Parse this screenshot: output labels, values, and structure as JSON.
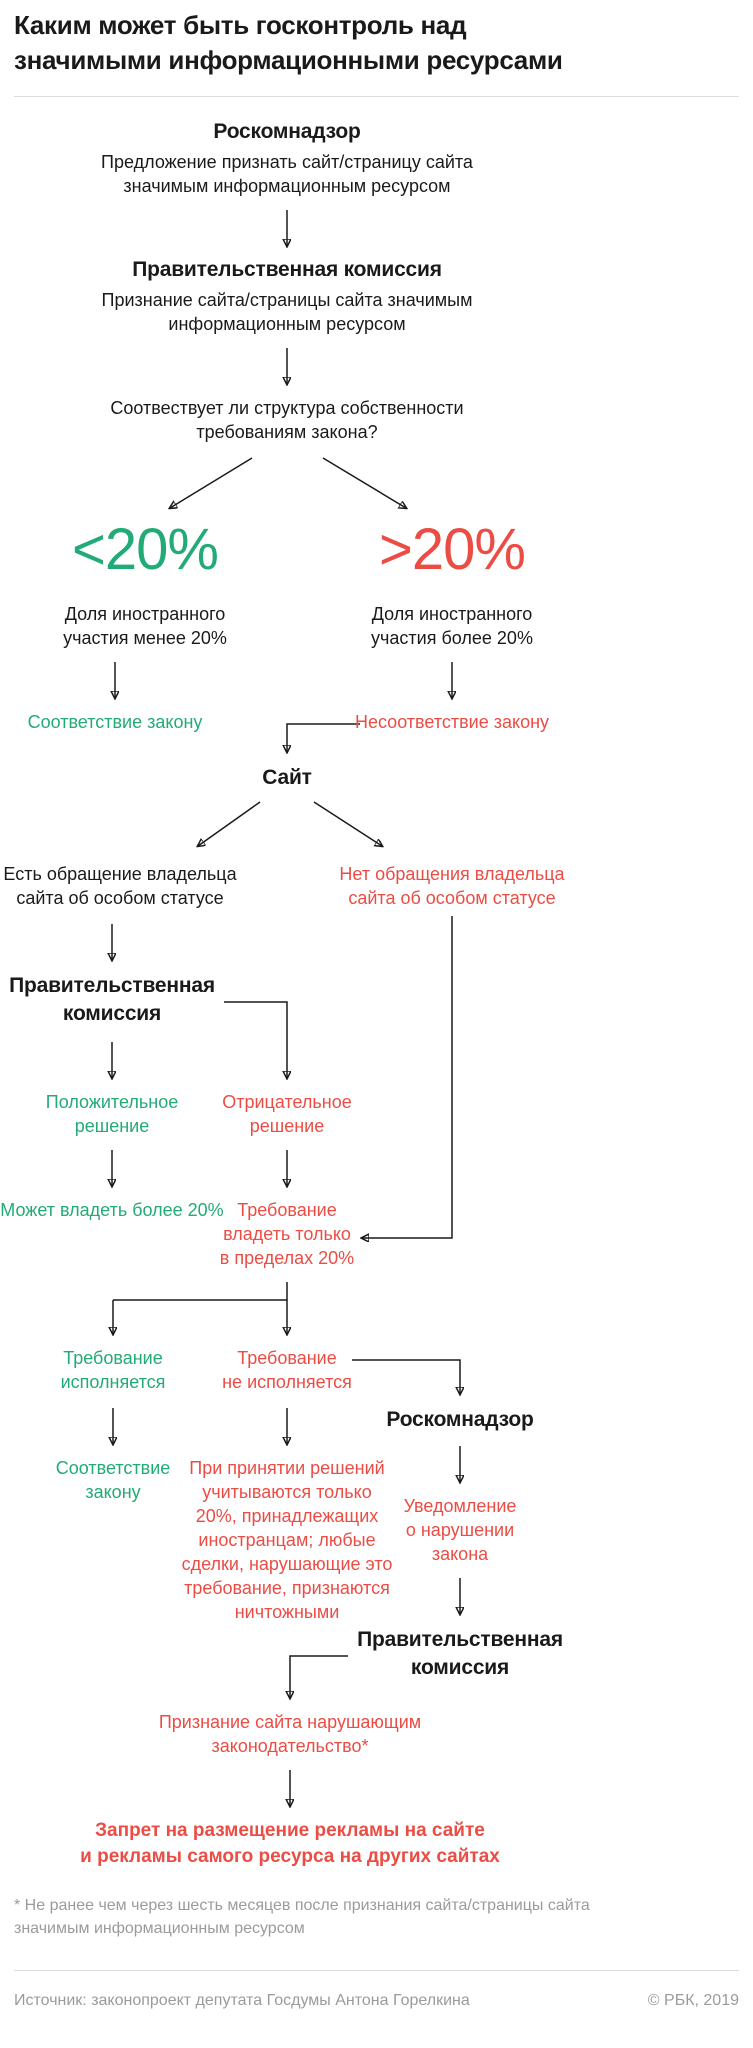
{
  "title": "Каким может быть госконтроль над\nзначимыми информационными ресурсами",
  "colors": {
    "green": "#22ab76",
    "red": "#eb4d45",
    "text": "#1a1a1a",
    "muted": "#9b9b9b",
    "rule": "#dcdcdc"
  },
  "flow": {
    "rkn1_title": "Роскомнадзор",
    "rkn1_text": "Предложение признать сайт/страницу сайта\nзначимым информационным ресурсом",
    "govcom1_title": "Правительственная комиссия",
    "govcom1_text": "Признание сайта/страницы сайта значимым\nинформационным ресурсом",
    "question": "Соотвествует ли структура собственности\nтребованиям закона?",
    "less20_value": "<20%",
    "less20_caption": "Доля иностранного\nучастия менее 20%",
    "less20_result": "Соответствие закону",
    "more20_value": ">20%",
    "more20_caption": "Доля иностранного\nучастия более 20%",
    "more20_result": "Несоответствие закону",
    "site": "Сайт",
    "owner_request_yes": "Есть обращение владельца\nсайта об особом статусе",
    "owner_request_no": "Нет обращения владельца\nсайта об особом статусе",
    "govcom2_title": "Правительственная\nкомиссия",
    "decision_positive": "Положительное\nрешение",
    "decision_negative": "Отрицательное\nрешение",
    "own_more": "Может владеть более 20%",
    "own_limit": "Требование\nвладеть только\nв пределах 20%",
    "requirement_fulfilled": "Требование\nисполняется",
    "requirement_not_fulfilled": "Требование\nне исполняется",
    "comply": "Соответствие\nзакону",
    "decisions_note": "При принятии решений\nучитываются только\n20%, принадлежащих\nиностранцам; любые\nсделки, нарушающие это\nтребование, признаются\nничтожными",
    "rkn2_title": "Роскомнадзор",
    "notice": "Уведомление\nо нарушении\nзакона",
    "govcom3_title": "Правительственная\nкомиссия",
    "violation": "Признание сайта нарушающим\nзаконодательство*",
    "ban": "Запрет на размещение рекламы на сайте\nи рекламы самого ресурса на других сайтах"
  },
  "footnote": "* Не ранее чем через шесть месяцев после признания сайта/страницы сайта\nзначимым информационным ресурсом",
  "footer": {
    "source": "Источник: законопроект депутата Госдумы Антона Горелкина",
    "copyright": "© РБК, 2019"
  }
}
